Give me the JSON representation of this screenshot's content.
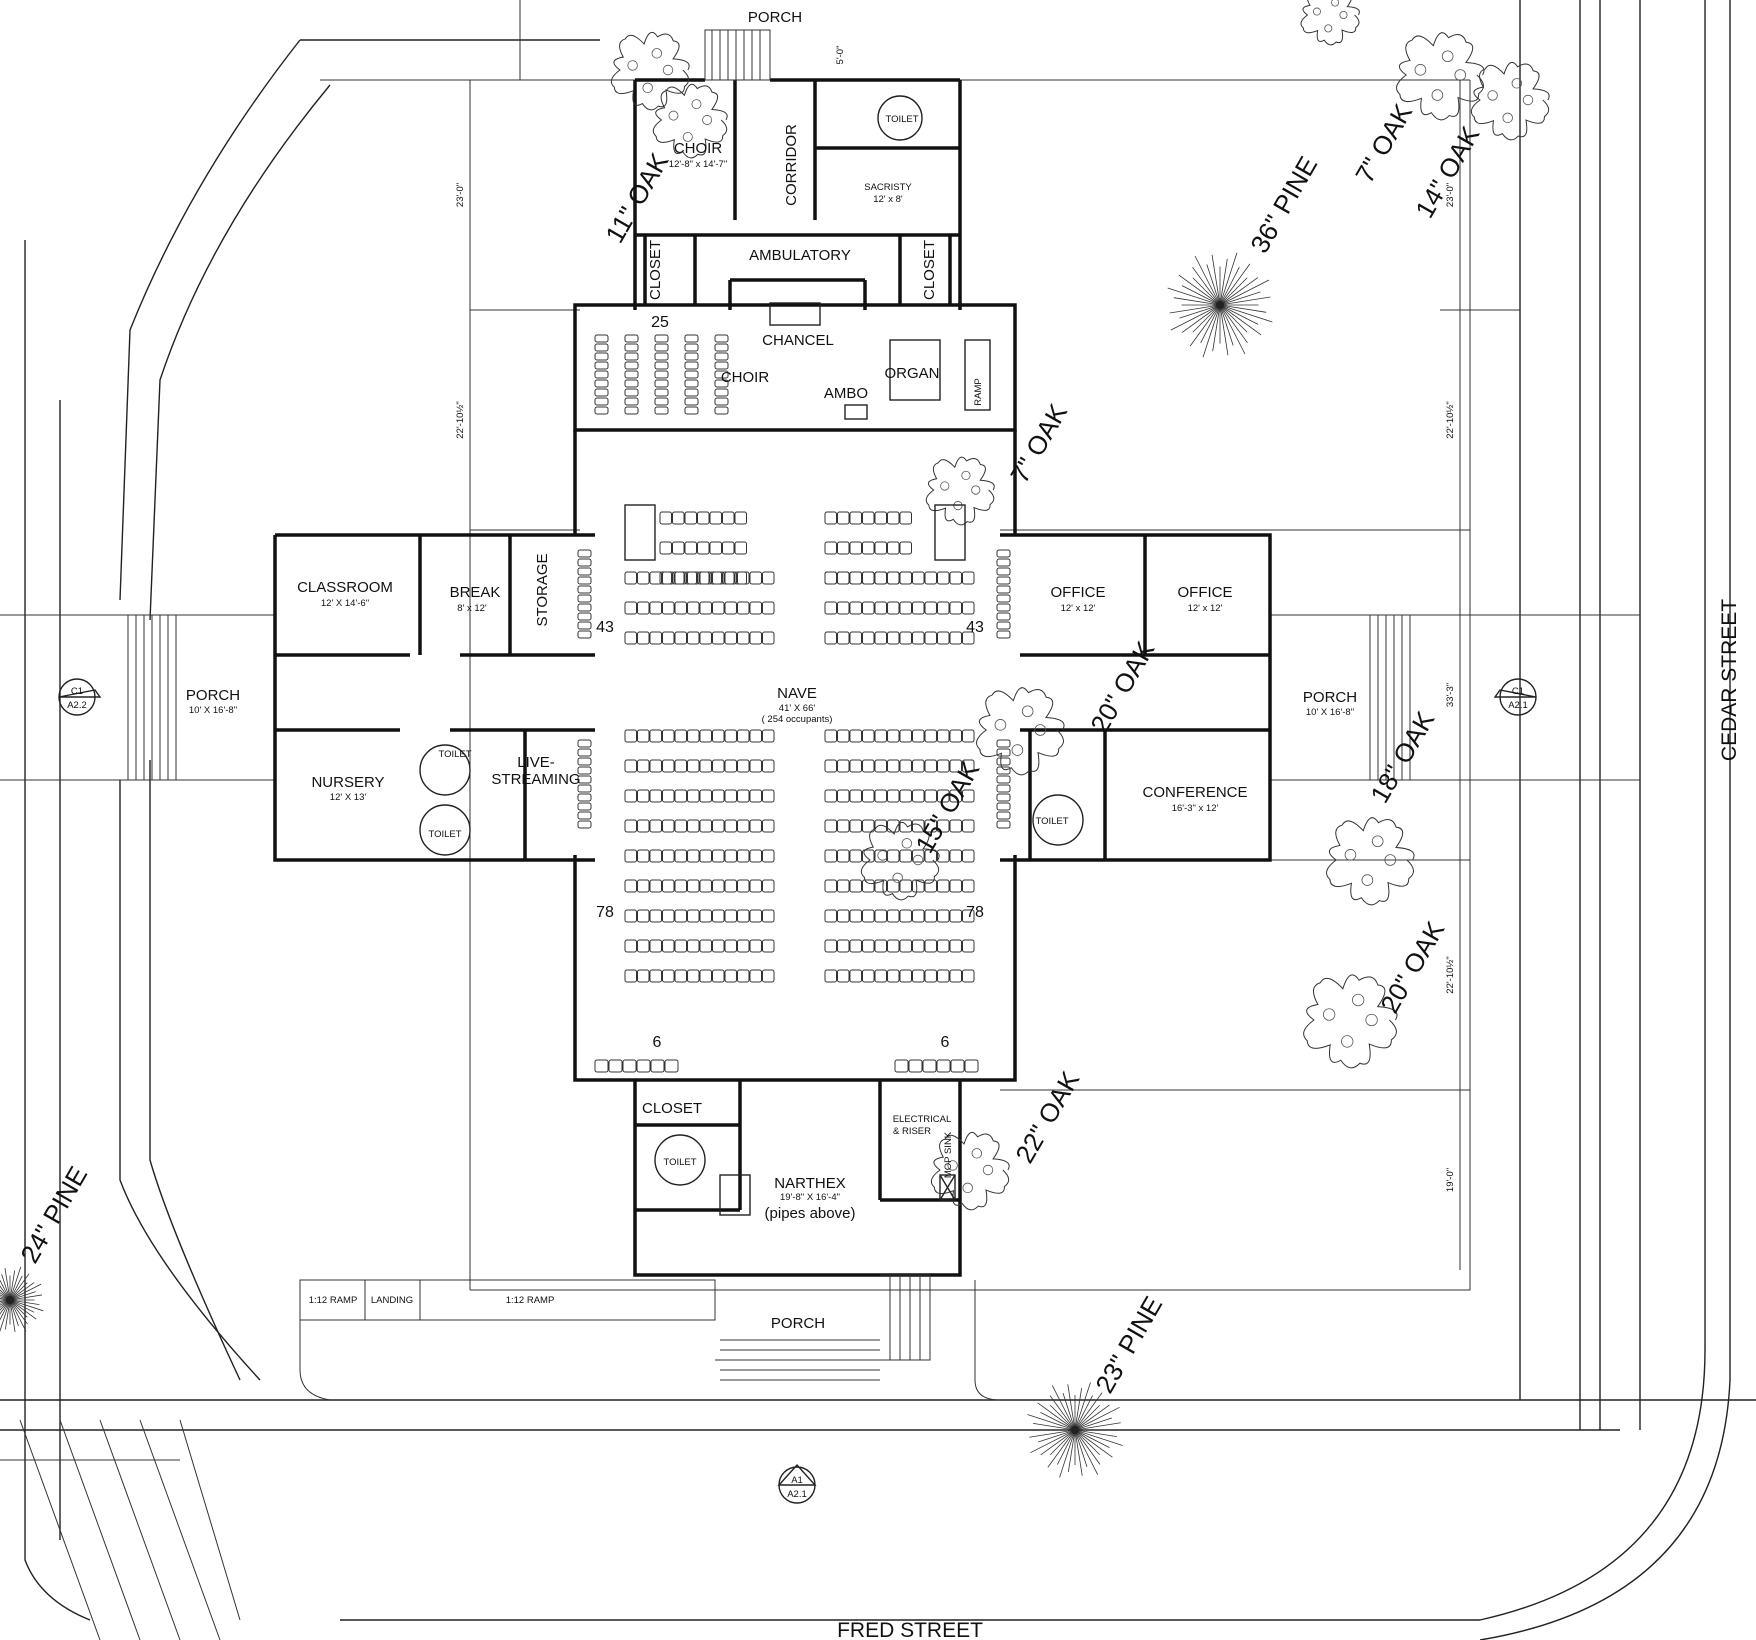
{
  "streets": {
    "south": "FRED STREET",
    "east": "CEDAR STREET"
  },
  "rooms": {
    "porch_n": {
      "name": "PORCH"
    },
    "choir_room": {
      "name": "CHOIR",
      "size": "12'-8\" x 14'-7\""
    },
    "corridor": {
      "name": "CORRIDOR"
    },
    "toilet_n": {
      "name": "TOILET"
    },
    "sacristy": {
      "name": "SACRISTY",
      "size": "12' x 8'"
    },
    "ambulatory": {
      "name": "AMBULATORY"
    },
    "closet_nw": {
      "name": "CLOSET"
    },
    "closet_ne": {
      "name": "CLOSET"
    },
    "chancel": {
      "name": "CHANCEL"
    },
    "choir": {
      "name": "CHOIR"
    },
    "ambo": {
      "name": "AMBO"
    },
    "organ": {
      "name": "ORGAN"
    },
    "ramp": {
      "name": "RAMP"
    },
    "classroom": {
      "name": "CLASSROOM",
      "size": "12' X 14'-6\""
    },
    "break": {
      "name": "BREAK",
      "size": "8' x 12'"
    },
    "storage": {
      "name": "STORAGE"
    },
    "porch_w": {
      "name": "PORCH",
      "size": "10' X 16'-8\""
    },
    "nursery": {
      "name": "NURSERY",
      "size": "12' X 13'"
    },
    "toilet_w1": {
      "name": "TOILET"
    },
    "toilet_w2": {
      "name": "TOILET"
    },
    "livestream": {
      "line1": "LIVE-",
      "line2": "STREAMING"
    },
    "nave": {
      "name": "NAVE",
      "size": "41' X 66'",
      "occupants": "( 254 occupants)"
    },
    "office1": {
      "name": "OFFICE",
      "size": "12' x 12'"
    },
    "office2": {
      "name": "OFFICE",
      "size": "12' x 12'"
    },
    "porch_e": {
      "name": "PORCH",
      "size": "10' X 16'-8\""
    },
    "conference": {
      "name": "CONFERENCE",
      "size": "16'-3\" x 12'"
    },
    "toilet_e": {
      "name": "TOILET"
    },
    "closet_s": {
      "name": "CLOSET"
    },
    "toilet_s": {
      "name": "TOILET"
    },
    "electrical": {
      "line1": "ELECTRICAL",
      "line2": "& RISER"
    },
    "mop_sink": {
      "name": "MOP SINK"
    },
    "narthex": {
      "name": "NARTHEX",
      "size": "19'-8\" X 16'-4\"",
      "note": "(pipes above)"
    },
    "porch_s": {
      "name": "PORCH"
    }
  },
  "ramps": {
    "ramp1": "1:12 RAMP",
    "landing": "LANDING",
    "ramp2": "1:12 RAMP"
  },
  "seat_counts": {
    "choir": "25",
    "nave_nw": "43",
    "nave_ne": "43",
    "nave_sw": "78",
    "nave_se": "78",
    "rear_w": "6",
    "rear_e": "6"
  },
  "dimensions": {
    "w1": "23'-0\"",
    "w2": "22'-10½\"",
    "e1": "23'-0\"",
    "e2": "22'-10½\"",
    "e3": "33'-3\"",
    "e4": "22'-10½\"",
    "e5": "19'-0\"",
    "porch_stair": "5'-0\""
  },
  "trees": {
    "t11oak": "11\" OAK",
    "t36pine": "36\" PINE",
    "t7oak_ne": "7\" OAK",
    "t14oak": "14\" OAK",
    "t7oak": "7\" OAK",
    "t20oak_n": "20\" OAK",
    "t15oak": "15\" OAK",
    "t18oak": "18\" OAK",
    "t20oak_s": "20\" OAK",
    "t22oak": "22\" OAK",
    "t23pine": "23\" PINE",
    "t24pine": "24\" PINE"
  },
  "section_marks": {
    "west": {
      "top": "C1",
      "bottom": "A2.2"
    },
    "east": {
      "top": "C1",
      "bottom": "A2.1"
    },
    "south": {
      "top": "A1",
      "bottom": "A2.1"
    }
  }
}
